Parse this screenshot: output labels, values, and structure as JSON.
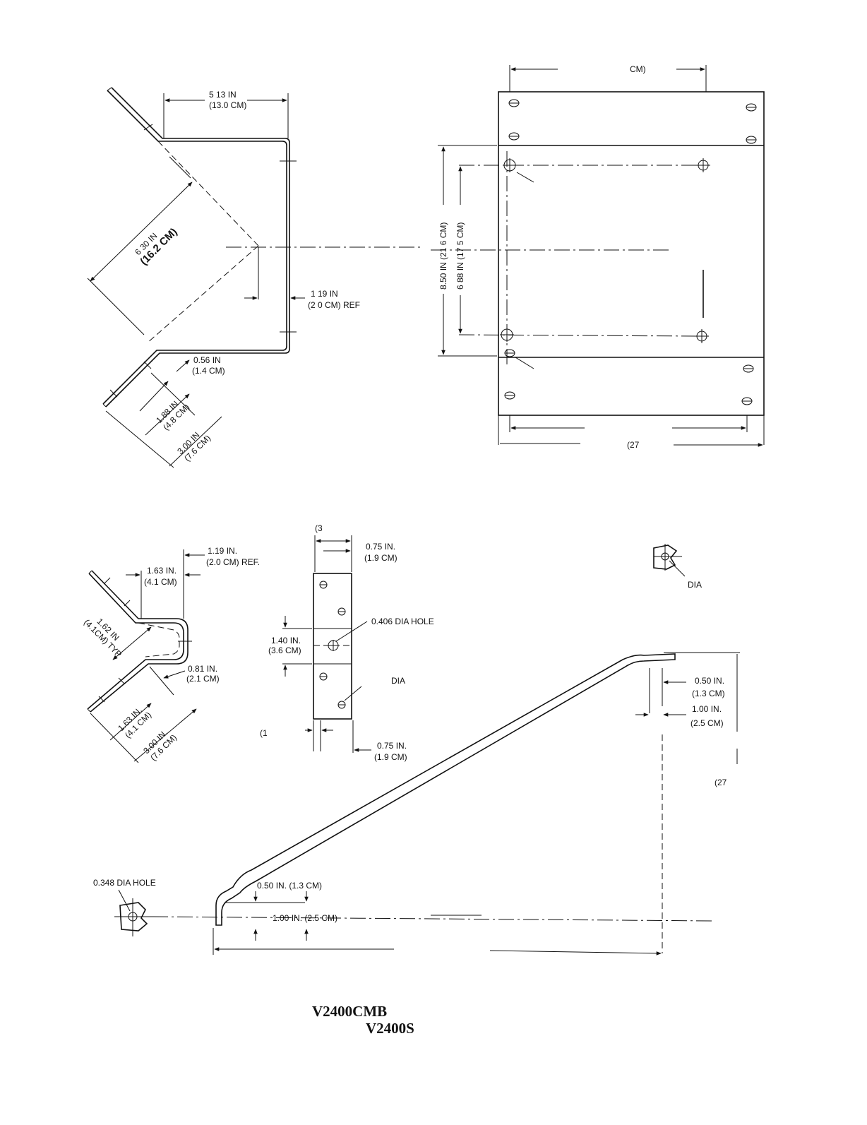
{
  "colors": {
    "ink": "#111111",
    "paper": "#ffffff"
  },
  "labels": {
    "top_right_cm": "CM)",
    "dim_513": "5 13 IN",
    "dim_130": "(13.0 CM)",
    "dim_630": "6 30 IN",
    "dim_162": "(16.2 CM)",
    "dim_119": "1 19 IN",
    "dim_20ref": "(2 0 CM) REF",
    "dim_056": "0.56 IN",
    "dim_14": "(1.4 CM)",
    "dim_188": "1.88 IN",
    "dim_48": "(4.8 CM)",
    "dim_300": "3.00 IN",
    "dim_76": "(7.6 CM)",
    "dim_850": "8.50 IN (21 6 CM)",
    "dim_688": "6 88 IN (17 5 CM)",
    "frag_27": "(27",
    "frag_3": "(3",
    "d_119b": "1.19 IN.",
    "d_20ref": "(2.0 CM) REF.",
    "d_163a": "1.63 IN.",
    "d_41a": "(4.1 CM)",
    "d_162": "1.62 IN",
    "d_41typ": "(4.1CM) TYP",
    "d_081": "0.81 IN.",
    "d_21": "(2.1 CM)",
    "d_163b": "1.63 IN.",
    "d_41b": "(4.1 CM)",
    "d_300b": "3.00 IN.",
    "d_76b": "(7.6 CM)",
    "d_075a": "0.75 IN.",
    "d_19a": "(1.9 CM)",
    "d_0406": "0.406 DIA HOLE",
    "d_140": "1.40 IN.",
    "d_36": "(3.6 CM)",
    "d_dia_mid": "DIA",
    "frag_1": "(1",
    "d_075b": "0.75 IN.",
    "d_19b": "(1.9 CM)",
    "d_dia_r": "DIA",
    "d_050r": "0.50 IN.",
    "d_13r": "(1.3 CM)",
    "d_100r": "1.00 IN.",
    "d_25r": "(2.5 CM)",
    "frag_27b": "(27",
    "d_0348": "0.348 DIA HOLE",
    "d_050b": "0.50 IN. (1.3 CM)",
    "d_100b": "1.00 IN. (2.5 CM)"
  },
  "title": {
    "line1": "V2400CMB",
    "line2": "V2400S"
  }
}
